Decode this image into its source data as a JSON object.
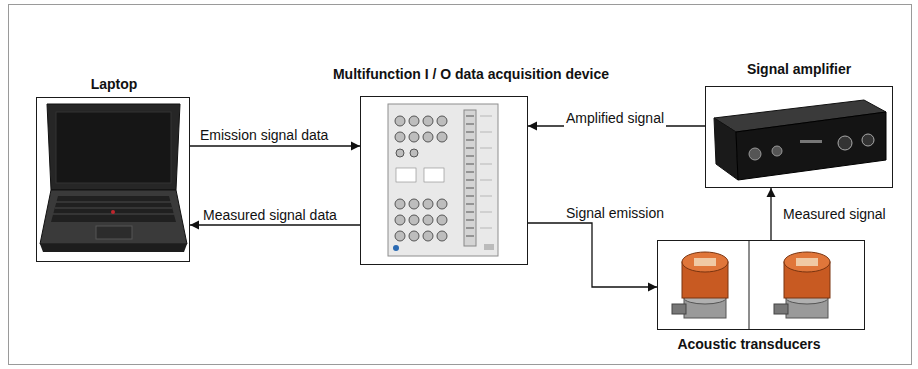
{
  "diagram": {
    "nodes": [
      {
        "text": [
          "Laptop"
        ]
      },
      {
        "text": [
          "Multifunction I / O data acquisition device"
        ]
      },
      {
        "text": [
          "Signal amplifier"
        ]
      },
      {
        "text": [
          "Acoustic transducers"
        ]
      }
    ],
    "edges": [
      {
        "from": 0,
        "to": 1,
        "arrow": "to",
        "label": "Emission signal data"
      },
      {
        "from": 1,
        "to": 0,
        "arrow": "to",
        "label": "Measured signal data"
      },
      {
        "from": 2,
        "to": 1,
        "arrow": "to",
        "label": "Amplified signal"
      },
      {
        "from": 1,
        "to": 3,
        "arrow": "to",
        "label": "Signal emission"
      },
      {
        "from": 3,
        "to": 2,
        "arrow": "to",
        "label": "Measured signal"
      }
    ]
  }
}
